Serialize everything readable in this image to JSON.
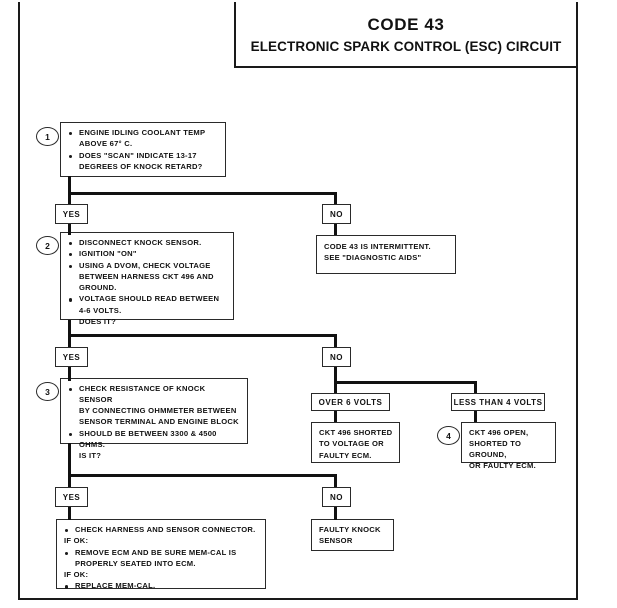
{
  "title": {
    "code": "CODE 43",
    "subtitle": "ELECTRONIC SPARK CONTROL (ESC) CIRCUIT"
  },
  "steps": {
    "one": "1",
    "two": "2",
    "three": "3",
    "four": "4"
  },
  "labels": {
    "yes": "YES",
    "no": "NO",
    "over_6_volts": "OVER 6 VOLTS",
    "less_than_4_volts": "LESS THAN 4 VOLTS"
  },
  "boxes": {
    "step1": {
      "lines": [
        {
          "text": "ENGINE IDLING COOLANT TEMP",
          "bullet": true
        },
        {
          "text": "ABOVE 67° C.",
          "bullet": false
        },
        {
          "text": "DOES \"SCAN\" INDICATE 13-17",
          "bullet": true
        },
        {
          "text": "DEGREES OF KNOCK RETARD?",
          "bullet": false
        }
      ]
    },
    "intermittent": {
      "lines": [
        {
          "text": "CODE 43 IS INTERMITTENT.",
          "bullet": false,
          "flush": true
        },
        {
          "text": "SEE \"DIAGNOSTIC AIDS\"",
          "bullet": false,
          "flush": true
        }
      ]
    },
    "step2": {
      "lines": [
        {
          "text": "DISCONNECT KNOCK SENSOR.",
          "bullet": true
        },
        {
          "text": "IGNITION \"ON\"",
          "bullet": true
        },
        {
          "text": "USING A DVOM, CHECK VOLTAGE",
          "bullet": true
        },
        {
          "text": "BETWEEN HARNESS CKT 496 AND",
          "bullet": false
        },
        {
          "text": "GROUND.",
          "bullet": false
        },
        {
          "text": "VOLTAGE SHOULD READ BETWEEN",
          "bullet": true
        },
        {
          "text": "4-6 VOLTS.",
          "bullet": false
        },
        {
          "text": "DOES IT?",
          "bullet": false
        }
      ]
    },
    "step3": {
      "lines": [
        {
          "text": "CHECK RESISTANCE OF KNOCK SENSOR",
          "bullet": true
        },
        {
          "text": "BY CONNECTING OHMMETER BETWEEN",
          "bullet": false
        },
        {
          "text": "SENSOR TERMINAL AND ENGINE BLOCK",
          "bullet": false
        },
        {
          "text": "SHOULD BE BETWEEN 3300 & 4500",
          "bullet": true
        },
        {
          "text": "OHMS.",
          "bullet": false
        },
        {
          "text": "IS IT?",
          "bullet": false
        }
      ]
    },
    "shorted_to_voltage": {
      "lines": [
        {
          "text": "CKT 496 SHORTED",
          "bullet": false,
          "flush": true
        },
        {
          "text": "TO VOLTAGE OR",
          "bullet": false,
          "flush": true
        },
        {
          "text": "FAULTY ECM.",
          "bullet": false,
          "flush": true
        }
      ]
    },
    "open_shorted_ground": {
      "lines": [
        {
          "text": "CKT 496 OPEN,",
          "bullet": false,
          "flush": true
        },
        {
          "text": "SHORTED TO GROUND,",
          "bullet": false,
          "flush": true
        },
        {
          "text": "OR FAULTY ECM.",
          "bullet": false,
          "flush": true
        }
      ]
    },
    "faulty_knock_sensor": {
      "lines": [
        {
          "text": "FAULTY KNOCK",
          "bullet": false,
          "flush": true
        },
        {
          "text": "SENSOR",
          "bullet": false,
          "flush": true
        }
      ]
    },
    "final": {
      "lines": [
        {
          "text": "CHECK HARNESS AND SENSOR CONNECTOR.",
          "bullet": true
        },
        {
          "text": "IF OK:",
          "bullet": false,
          "flush": true
        },
        {
          "text": "REMOVE ECM AND BE SURE MEM-CAL IS",
          "bullet": true
        },
        {
          "text": "PROPERLY SEATED INTO ECM.",
          "bullet": false
        },
        {
          "text": "IF OK:",
          "bullet": false,
          "flush": true
        },
        {
          "text": "REPLACE MEM-CAL.",
          "bullet": true
        }
      ]
    }
  },
  "colors": {
    "line": "#111111",
    "border": "#2a2a2a",
    "background": "#ffffff"
  }
}
